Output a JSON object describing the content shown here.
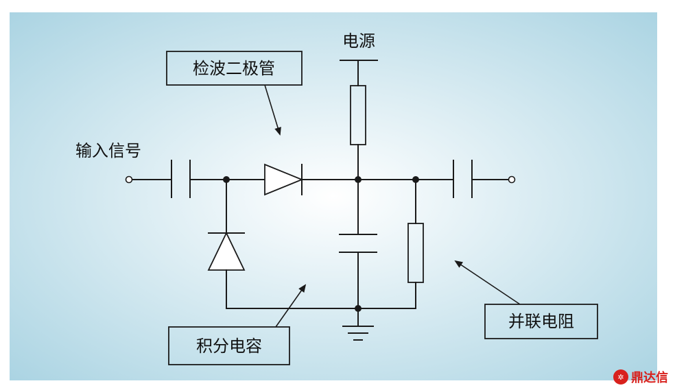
{
  "background": {
    "gradient_center": "#ffffff",
    "gradient_edge": "#a9d3e2"
  },
  "labels": {
    "power": "电源",
    "detector_diode": "检波二极管",
    "input_signal": "输入信号",
    "integrating_capacitor": "积分电容",
    "parallel_resistor": "并联电阻"
  },
  "watermark": {
    "text": "鼎达信",
    "logo_icon": "brand-logo-icon",
    "color": "#d8211d"
  }
}
